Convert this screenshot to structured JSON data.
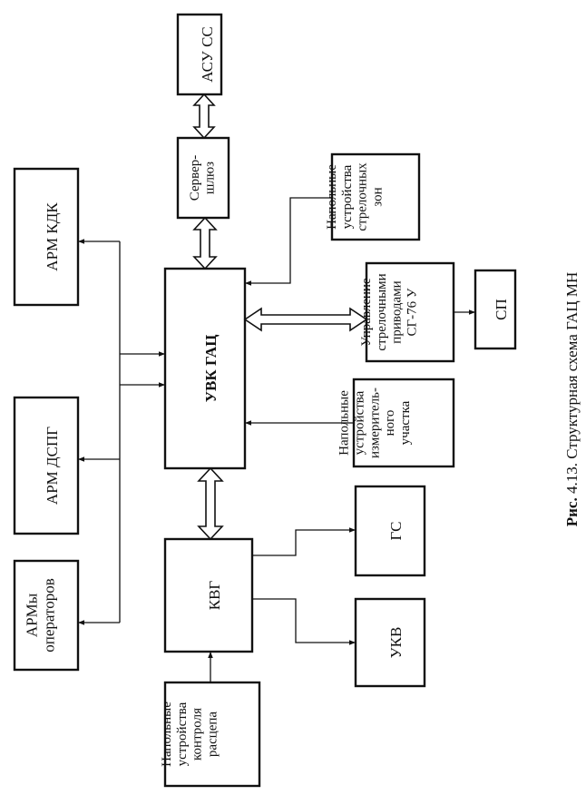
{
  "diagram": {
    "nodes": {
      "asu_ss": [
        "АСУ СС"
      ],
      "server": [
        "Сервер-",
        "шлюз"
      ],
      "nap_strel_zon": [
        "Напольные",
        "устройства",
        "стрелочных",
        "зон"
      ],
      "upr_strel": [
        "Управление",
        "стрелочными",
        "приводами",
        "СГ-76 У"
      ],
      "sp": [
        "СП"
      ],
      "nap_izm": [
        "Напольные",
        "устройства",
        "измеритель-",
        "ного",
        "участка"
      ],
      "gs": [
        "ГС"
      ],
      "ukv": [
        "УКВ"
      ],
      "arm_kdk": [
        "АРМ КДК"
      ],
      "arm_dspg": [
        "АРМ ДСПГ"
      ],
      "arm_oper": [
        "АРМы",
        "операторов"
      ],
      "uvk": [
        "УВК ГАЦ"
      ],
      "kvg": [
        "КВГ"
      ],
      "nap_rascep": [
        "Напольные",
        "устройства",
        "контроля",
        "расцепа"
      ]
    },
    "caption": {
      "prefix": "Рис.",
      "text": " 4.13. Структурная схема ГАЦ МН"
    }
  }
}
